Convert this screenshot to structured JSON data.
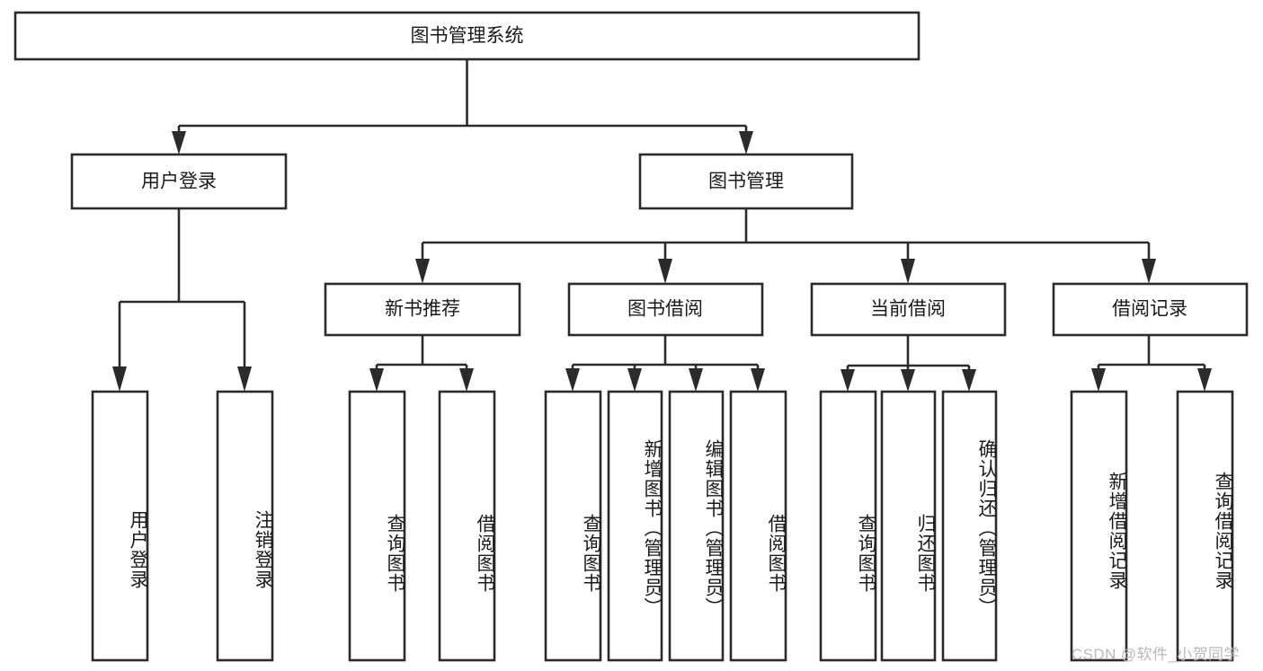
{
  "diagram": {
    "type": "tree-hierarchy",
    "title": "图书管理系统",
    "orientation": "top-down",
    "colors": {
      "box_stroke": "#2b2b2b",
      "box_fill": "#ffffff",
      "connector": "#2b2b2b",
      "text": "#1a1a1a",
      "watermark": "#b9b9b9",
      "background": "#ffffff"
    },
    "levels": [
      {
        "level": 0,
        "nodes": [
          {
            "id": "root",
            "label": "图书管理系统",
            "orientation": "horizontal"
          }
        ]
      },
      {
        "level": 1,
        "nodes": [
          {
            "id": "user-login",
            "label": "用户登录",
            "orientation": "horizontal",
            "parent": "root"
          },
          {
            "id": "book-mgmt",
            "label": "图书管理",
            "orientation": "horizontal",
            "parent": "root"
          }
        ]
      },
      {
        "level": 2,
        "nodes": [
          {
            "id": "new-book-rec",
            "label": "新书推荐",
            "orientation": "horizontal",
            "parent": "book-mgmt"
          },
          {
            "id": "book-borrow",
            "label": "图书借阅",
            "orientation": "horizontal",
            "parent": "book-mgmt"
          },
          {
            "id": "current-borrow",
            "label": "当前借阅",
            "orientation": "horizontal",
            "parent": "book-mgmt"
          },
          {
            "id": "borrow-record",
            "label": "借阅记录",
            "orientation": "horizontal",
            "parent": "book-mgmt"
          }
        ]
      },
      {
        "level": 3,
        "nodes": [
          {
            "id": "leaf-user-login",
            "label": "用户登录",
            "orientation": "vertical",
            "parent": "user-login"
          },
          {
            "id": "leaf-logout",
            "label": "注销登录",
            "orientation": "vertical",
            "parent": "user-login"
          },
          {
            "id": "leaf-query-book-1",
            "label": "查询图书",
            "orientation": "vertical",
            "parent": "new-book-rec"
          },
          {
            "id": "leaf-borrow-book-1",
            "label": "借阅图书",
            "orientation": "vertical",
            "parent": "new-book-rec"
          },
          {
            "id": "leaf-query-book-2",
            "label": "查询图书",
            "orientation": "vertical",
            "parent": "book-borrow"
          },
          {
            "id": "leaf-add-book",
            "label": "新增图书（管理员）",
            "orientation": "vertical",
            "parent": "book-borrow"
          },
          {
            "id": "leaf-edit-book",
            "label": "编辑图书（管理员）",
            "orientation": "vertical",
            "parent": "book-borrow"
          },
          {
            "id": "leaf-borrow-book-2",
            "label": "借阅图书",
            "orientation": "vertical",
            "parent": "book-borrow"
          },
          {
            "id": "leaf-query-book-3",
            "label": "查询图书",
            "orientation": "vertical",
            "parent": "current-borrow"
          },
          {
            "id": "leaf-return-book",
            "label": "归还图书",
            "orientation": "vertical",
            "parent": "current-borrow"
          },
          {
            "id": "leaf-confirm-return",
            "label": "确认归还（管理员）",
            "orientation": "vertical",
            "parent": "current-borrow"
          },
          {
            "id": "leaf-add-record",
            "label": "新增借阅记录",
            "orientation": "vertical",
            "parent": "borrow-record"
          },
          {
            "id": "leaf-query-record",
            "label": "查询借阅记录",
            "orientation": "vertical",
            "parent": "borrow-record"
          }
        ]
      }
    ]
  },
  "watermark": {
    "text": "CSDN @软件_小贺同学"
  }
}
